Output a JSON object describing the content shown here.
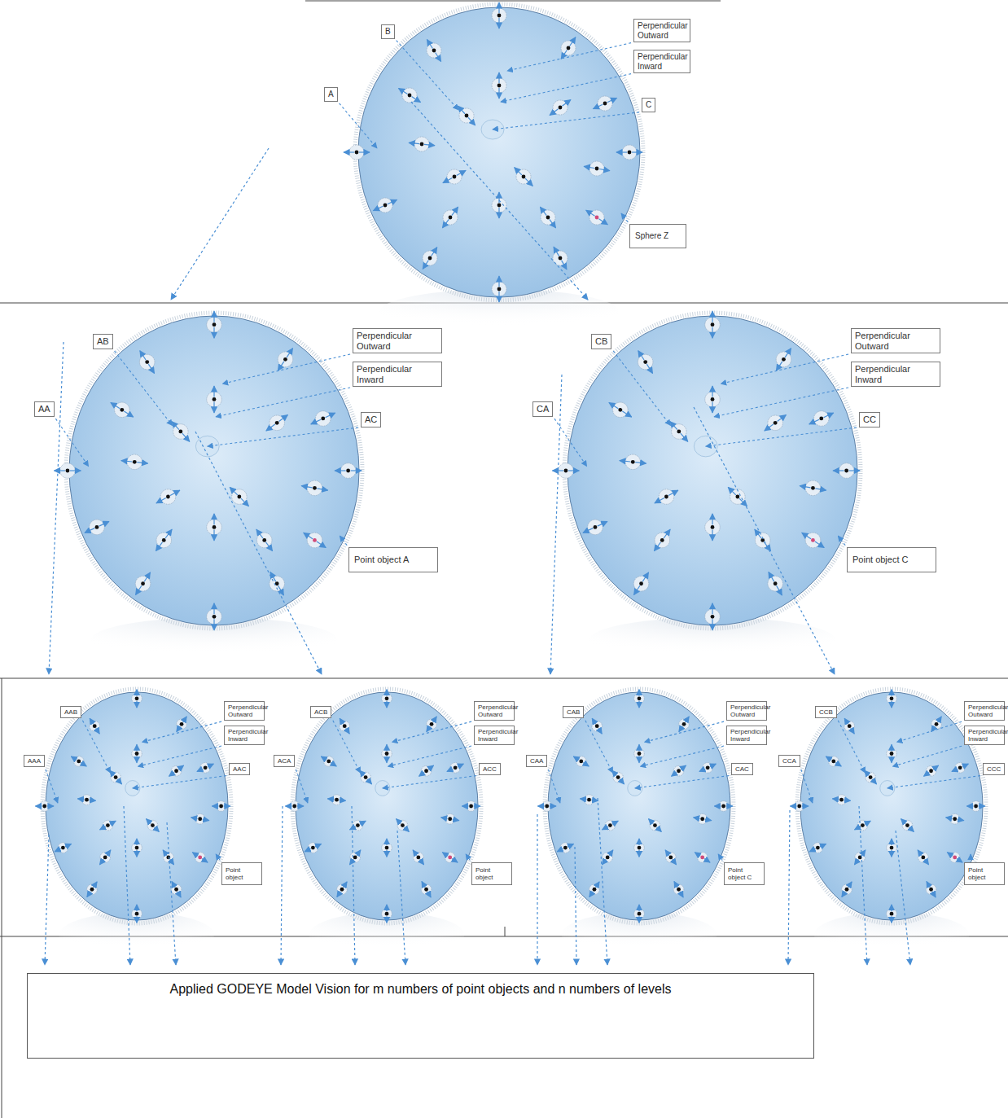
{
  "diagram": {
    "nodes": [
      {
        "text": [
          "B"
        ]
      },
      {
        "text": [
          "Perpendicular Outward"
        ]
      },
      {
        "text": [
          "Perpendicular Inward"
        ]
      },
      {
        "text": [
          "A"
        ]
      },
      {
        "text": [
          "C"
        ]
      },
      {
        "text": [
          "Sphere Z"
        ]
      },
      {
        "text": [
          "AB"
        ]
      },
      {
        "text": [
          "Perpendicular Outward"
        ]
      },
      {
        "text": [
          "Perpendicular Inward"
        ]
      },
      {
        "text": [
          "AA"
        ]
      },
      {
        "text": [
          "AC"
        ]
      },
      {
        "text": [
          "Point object A"
        ]
      },
      {
        "text": [
          "CB"
        ]
      },
      {
        "text": [
          "Perpendicular Outward"
        ]
      },
      {
        "text": [
          "Perpendicular Inward"
        ]
      },
      {
        "text": [
          "CA"
        ]
      },
      {
        "text": [
          "CC"
        ]
      },
      {
        "text": [
          "Point object C"
        ]
      },
      {
        "text": [
          "AAB"
        ]
      },
      {
        "text": [
          "Perpendicular Outward"
        ]
      },
      {
        "text": [
          "Perpendicular Inward"
        ]
      },
      {
        "text": [
          "AAA"
        ]
      },
      {
        "text": [
          "AAC"
        ]
      },
      {
        "text": [
          "Point object"
        ]
      },
      {
        "text": [
          "ACB"
        ]
      },
      {
        "text": [
          "Perpendicular Outward"
        ]
      },
      {
        "text": [
          "Perpendicular Inward"
        ]
      },
      {
        "text": [
          "ACA"
        ]
      },
      {
        "text": [
          "ACC"
        ]
      },
      {
        "text": [
          "Point object"
        ]
      },
      {
        "text": [
          "CAB"
        ]
      },
      {
        "text": [
          "Perpendicular Outward"
        ]
      },
      {
        "text": [
          "Perpendicular Inward"
        ]
      },
      {
        "text": [
          "CAA"
        ]
      },
      {
        "text": [
          "CAC"
        ]
      },
      {
        "text": [
          "Point object C"
        ]
      },
      {
        "text": [
          "CCB"
        ]
      },
      {
        "text": [
          "Perpendicular Outward"
        ]
      },
      {
        "text": [
          "Perpendicular Inward"
        ]
      },
      {
        "text": [
          "CCA"
        ]
      },
      {
        "text": [
          "CCC"
        ]
      },
      {
        "text": [
          "Point object"
        ]
      },
      {
        "text": [
          "Applied GODEYE Model Vision for m numbers of point objects and n numbers of levels"
        ]
      }
    ]
  }
}
